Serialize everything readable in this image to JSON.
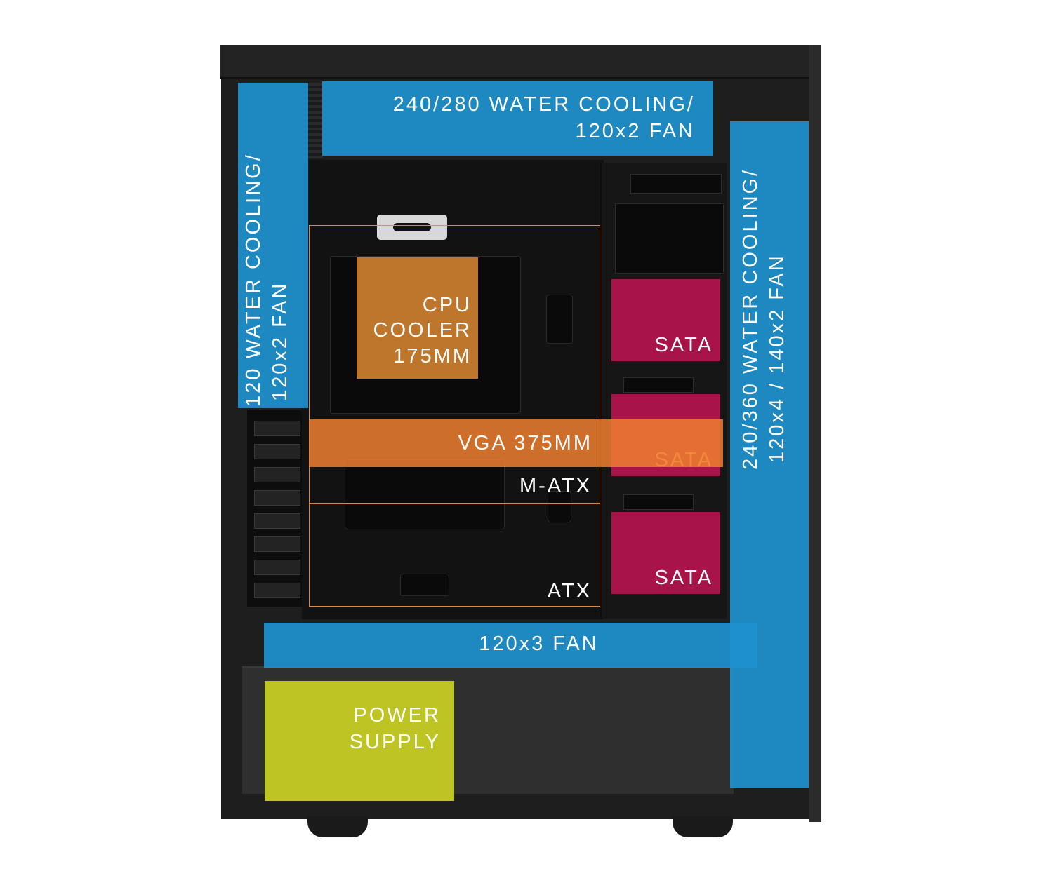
{
  "labels": {
    "top_radiator": [
      "240/280 WATER COOLING/",
      "120x2 FAN"
    ],
    "left_radiator": [
      "120 WATER COOLING/",
      "120x2 FAN"
    ],
    "front_radiator": [
      "240/360 WATER COOLING/",
      "120x4 / 140x2 FAN"
    ],
    "cpu_cooler": [
      "CPU",
      "COOLER",
      "175MM"
    ],
    "sata": [
      "SATA",
      "SATA",
      "SATA"
    ],
    "vga": "VGA 375MM",
    "m_atx": "M-ATX",
    "atx": "ATX",
    "bottom_fan": "120x3 FAN",
    "power_supply": [
      "POWER",
      "SUPPLY"
    ]
  },
  "colors": {
    "radiator_blue": "#1e90cd",
    "cpu_orange": "#c77c2e",
    "vga_orange": "#ef7f30",
    "sata_magenta": "#a8134a",
    "psu_lime": "#bdc424",
    "case_black": "#1e1e1e"
  }
}
